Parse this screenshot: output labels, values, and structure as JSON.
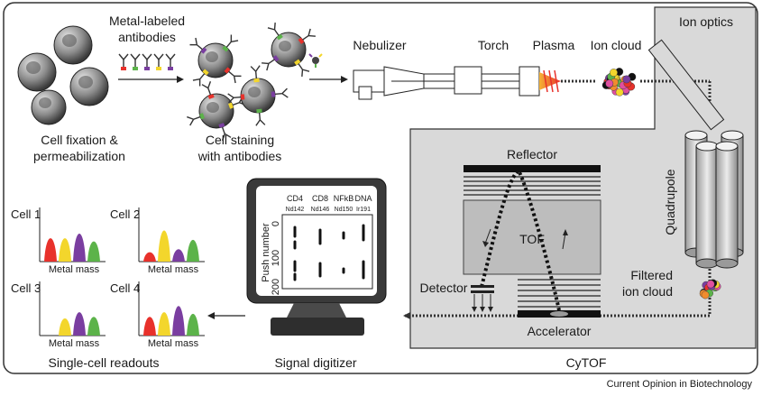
{
  "colors": {
    "cytof_panel": "#d9d9d9",
    "tof_tube": "#bdbdbd",
    "red": "#e8312b",
    "yellow": "#f3d62c",
    "purple": "#7a3ea0",
    "green": "#5cb34a",
    "orange": "#f08c2e"
  },
  "labels": {
    "metal_labeled_antibodies": [
      "Metal-labeled",
      "antibodies"
    ],
    "cell_fixation": [
      "Cell fixation &",
      "permeabilization"
    ],
    "cell_staining": [
      "Cell staining",
      "with antibodies"
    ],
    "nebulizer": "Nebulizer",
    "torch": "Torch",
    "plasma": "Plasma",
    "ion_cloud": "Ion cloud",
    "ion_optics": "Ion optics",
    "quadrupole": "Quadrupole",
    "reflector": "Reflector",
    "tof": "TOF",
    "detector": "Detector",
    "accelerator": "Accelerator",
    "filtered_ion_cloud": [
      "Filtered",
      "ion cloud"
    ],
    "cytof": "CyTOF",
    "signal_digitizer": "Signal digitizer",
    "single_cell_readouts": "Single-cell readouts",
    "credit": "Current Opinion in Biotechnology"
  },
  "screen": {
    "channels": [
      {
        "marker": "CD4",
        "isotope": "Nd142"
      },
      {
        "marker": "CD8",
        "isotope": "Nd146"
      },
      {
        "marker": "NFkB",
        "isotope": "Nd150"
      },
      {
        "marker": "DNA",
        "isotope": "Ir191"
      }
    ],
    "y_axis_label": "Push number",
    "y_ticks": [
      "0",
      "100",
      "200"
    ]
  },
  "readouts": [
    {
      "cell": "Cell 1",
      "xlabel": "Metal mass",
      "peaks": [
        "red",
        "yellow",
        "purple",
        "green"
      ],
      "heights": [
        0.75,
        0.75,
        0.9,
        0.65
      ]
    },
    {
      "cell": "Cell 2",
      "xlabel": "Metal mass",
      "peaks": [
        "red",
        "yellow",
        "purple",
        "green"
      ],
      "heights": [
        0.3,
        1.0,
        0.4,
        0.7
      ]
    },
    {
      "cell": "Cell 3",
      "xlabel": "Metal mass",
      "peaks": [
        "red",
        "yellow",
        "purple",
        "green"
      ],
      "heights": [
        0.0,
        0.55,
        0.75,
        0.6
      ]
    },
    {
      "cell": "Cell 4",
      "xlabel": "Metal mass",
      "peaks": [
        "red",
        "yellow",
        "purple",
        "green"
      ],
      "heights": [
        0.6,
        0.75,
        0.95,
        0.7
      ]
    }
  ]
}
